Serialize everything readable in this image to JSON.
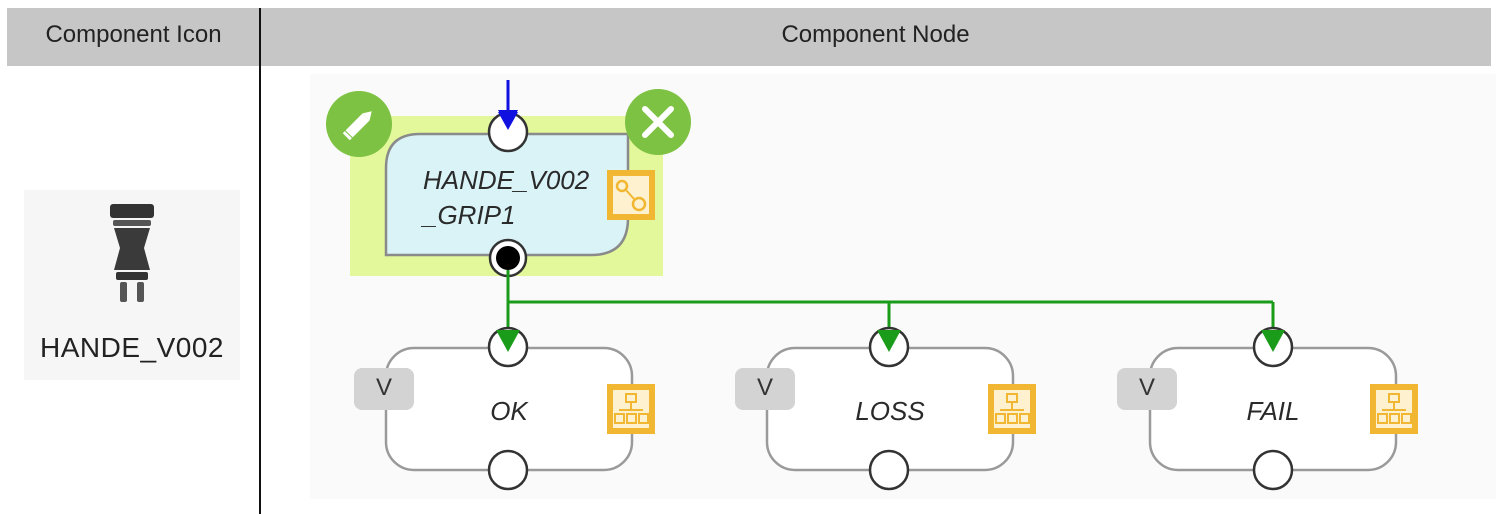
{
  "table": {
    "col_icon": "Component Icon",
    "col_node": "Component Node"
  },
  "component": {
    "icon": "gripper-icon",
    "label": "HANDE_V002"
  },
  "main_node": {
    "label_line1": "HANDE_V002",
    "label_line2": "_GRIP1",
    "edit_icon": "pencil-icon",
    "delete_icon": "close-icon",
    "type_icon": "gripper-config-icon"
  },
  "child_nodes": [
    {
      "label": "OK",
      "badge": "V"
    },
    {
      "label": "LOSS",
      "badge": "V"
    },
    {
      "label": "FAIL",
      "badge": "V"
    }
  ],
  "colors": {
    "header_bg": "#c6c6c6",
    "selection_bg": "#e2f89a",
    "main_node_fill": "#d9f3f7",
    "action_green": "#7dc242",
    "connector_green": "#1a9c1a",
    "input_arrow": "#1010e0",
    "type_icon_orange": "#f2b732"
  }
}
